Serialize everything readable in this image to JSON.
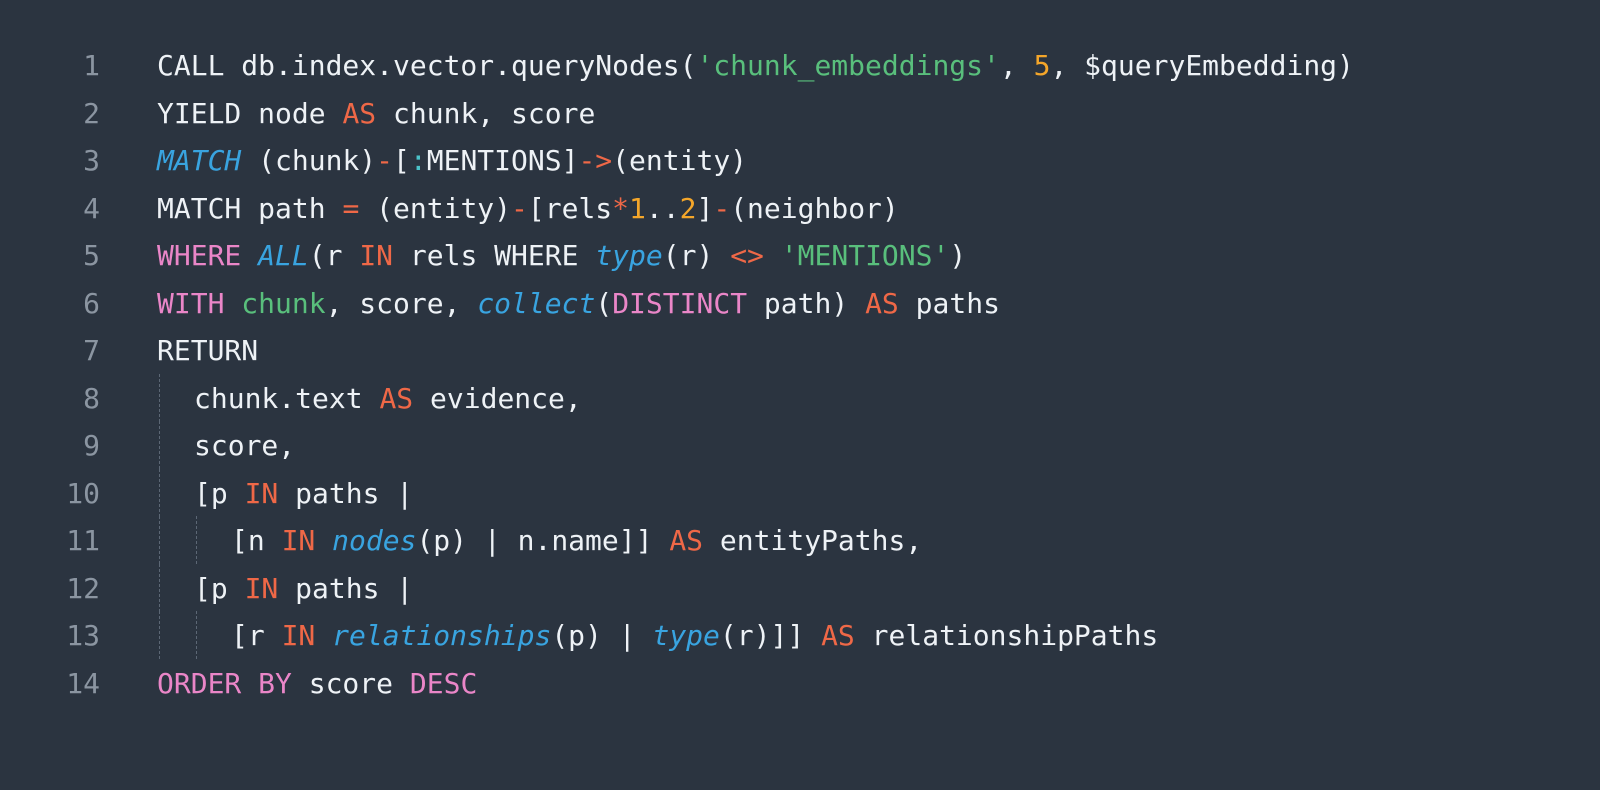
{
  "editor": {
    "theme_colors": {
      "background": "#2b3440",
      "text": "#eef2f6",
      "line_number": "#8b95a1",
      "keyword_orange": "#ef6847",
      "keyword_pink": "#ea86c8",
      "function_blue": "#39a4e0",
      "string_green": "#59bf7c",
      "number_amber": "#f4a62a",
      "colon_teal": "#4bc3c9"
    },
    "lines": [
      {
        "number": "1",
        "indent": 0,
        "tokens": [
          {
            "t": "CALL db.index.vector.queryNodes(",
            "c": ""
          },
          {
            "t": "'chunk_embeddings'",
            "c": "s"
          },
          {
            "t": ", ",
            "c": ""
          },
          {
            "t": "5",
            "c": "n"
          },
          {
            "t": ", $queryEmbedding)",
            "c": ""
          }
        ]
      },
      {
        "number": "2",
        "indent": 0,
        "tokens": [
          {
            "t": "YIELD node ",
            "c": ""
          },
          {
            "t": "AS",
            "c": "k"
          },
          {
            "t": " chunk, score",
            "c": ""
          }
        ]
      },
      {
        "number": "3",
        "indent": 0,
        "tokens": [
          {
            "t": "MATCH",
            "c": "f"
          },
          {
            "t": " (chunk)",
            "c": ""
          },
          {
            "t": "-",
            "c": "o"
          },
          {
            "t": "[",
            "c": ""
          },
          {
            "t": ":",
            "c": "c"
          },
          {
            "t": "MENTIONS]",
            "c": ""
          },
          {
            "t": "->",
            "c": "o"
          },
          {
            "t": "(entity)",
            "c": ""
          }
        ]
      },
      {
        "number": "4",
        "indent": 0,
        "tokens": [
          {
            "t": "MATCH path ",
            "c": ""
          },
          {
            "t": "=",
            "c": "o"
          },
          {
            "t": " (entity)",
            "c": ""
          },
          {
            "t": "-",
            "c": "o"
          },
          {
            "t": "[rels",
            "c": ""
          },
          {
            "t": "*",
            "c": "o"
          },
          {
            "t": "1",
            "c": "n"
          },
          {
            "t": "..",
            "c": ""
          },
          {
            "t": "2",
            "c": "n"
          },
          {
            "t": "]",
            "c": ""
          },
          {
            "t": "-",
            "c": "o"
          },
          {
            "t": "(neighbor)",
            "c": ""
          }
        ]
      },
      {
        "number": "5",
        "indent": 0,
        "tokens": [
          {
            "t": "WHERE",
            "c": "p"
          },
          {
            "t": " ",
            "c": ""
          },
          {
            "t": "ALL",
            "c": "f"
          },
          {
            "t": "(r ",
            "c": ""
          },
          {
            "t": "IN",
            "c": "k"
          },
          {
            "t": " rels WHERE ",
            "c": ""
          },
          {
            "t": "type",
            "c": "f"
          },
          {
            "t": "(r) ",
            "c": ""
          },
          {
            "t": "<>",
            "c": "o"
          },
          {
            "t": " ",
            "c": ""
          },
          {
            "t": "'MENTIONS'",
            "c": "s"
          },
          {
            "t": ")",
            "c": ""
          }
        ]
      },
      {
        "number": "6",
        "indent": 0,
        "tokens": [
          {
            "t": "WITH",
            "c": "p"
          },
          {
            "t": " ",
            "c": ""
          },
          {
            "t": "chunk",
            "c": "g"
          },
          {
            "t": ", score, ",
            "c": ""
          },
          {
            "t": "collect",
            "c": "f"
          },
          {
            "t": "(",
            "c": ""
          },
          {
            "t": "DISTINCT",
            "c": "p"
          },
          {
            "t": " path) ",
            "c": ""
          },
          {
            "t": "AS",
            "c": "k"
          },
          {
            "t": " paths",
            "c": ""
          }
        ]
      },
      {
        "number": "7",
        "indent": 0,
        "tokens": [
          {
            "t": "RETURN",
            "c": ""
          }
        ]
      },
      {
        "number": "8",
        "indent": 1,
        "tokens": [
          {
            "t": "chunk.text ",
            "c": ""
          },
          {
            "t": "AS",
            "c": "k"
          },
          {
            "t": " evidence,",
            "c": ""
          }
        ]
      },
      {
        "number": "9",
        "indent": 1,
        "tokens": [
          {
            "t": "score,",
            "c": ""
          }
        ]
      },
      {
        "number": "10",
        "indent": 1,
        "tokens": [
          {
            "t": "[p ",
            "c": ""
          },
          {
            "t": "IN",
            "c": "k"
          },
          {
            "t": " paths |",
            "c": ""
          }
        ]
      },
      {
        "number": "11",
        "indent": 2,
        "tokens": [
          {
            "t": "[n ",
            "c": ""
          },
          {
            "t": "IN",
            "c": "k"
          },
          {
            "t": " ",
            "c": ""
          },
          {
            "t": "nodes",
            "c": "f"
          },
          {
            "t": "(p) | n.name]] ",
            "c": ""
          },
          {
            "t": "AS",
            "c": "k"
          },
          {
            "t": " entityPaths,",
            "c": ""
          }
        ]
      },
      {
        "number": "12",
        "indent": 1,
        "tokens": [
          {
            "t": "[p ",
            "c": ""
          },
          {
            "t": "IN",
            "c": "k"
          },
          {
            "t": " paths |",
            "c": ""
          }
        ]
      },
      {
        "number": "13",
        "indent": 2,
        "tokens": [
          {
            "t": "[r ",
            "c": ""
          },
          {
            "t": "IN",
            "c": "k"
          },
          {
            "t": " ",
            "c": ""
          },
          {
            "t": "relationships",
            "c": "f"
          },
          {
            "t": "(p) | ",
            "c": ""
          },
          {
            "t": "type",
            "c": "f"
          },
          {
            "t": "(r)]] ",
            "c": ""
          },
          {
            "t": "AS",
            "c": "k"
          },
          {
            "t": " relationshipPaths",
            "c": ""
          }
        ]
      },
      {
        "number": "14",
        "indent": 0,
        "tokens": [
          {
            "t": "ORDER BY",
            "c": "p"
          },
          {
            "t": " score ",
            "c": ""
          },
          {
            "t": "DESC",
            "c": "p"
          }
        ]
      }
    ]
  }
}
